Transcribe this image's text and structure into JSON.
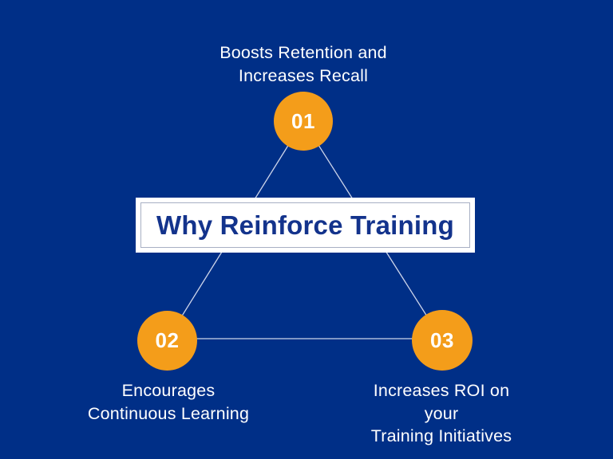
{
  "diagram": {
    "title": "Why Reinforce Training",
    "nodes": [
      {
        "number": "01",
        "label": "Boosts Retention and\nIncreases Recall",
        "label_position": "above"
      },
      {
        "number": "02",
        "label": "Encourages\nContinuous Learning",
        "label_position": "below"
      },
      {
        "number": "03",
        "label": "Increases ROI on your\nTraining Initiatives",
        "label_position": "below"
      }
    ],
    "connections": [
      [
        "01",
        "02"
      ],
      [
        "01",
        "03"
      ],
      [
        "02",
        "03"
      ]
    ]
  },
  "colors": {
    "background": "#002F87",
    "accent_orange": "#F49D1A",
    "box_fill": "#FFFFFF",
    "inner_border": "#A8B0C4",
    "title_text": "#13338C",
    "label_text": "#FFFFFF",
    "connector": "#CDD5EA"
  }
}
